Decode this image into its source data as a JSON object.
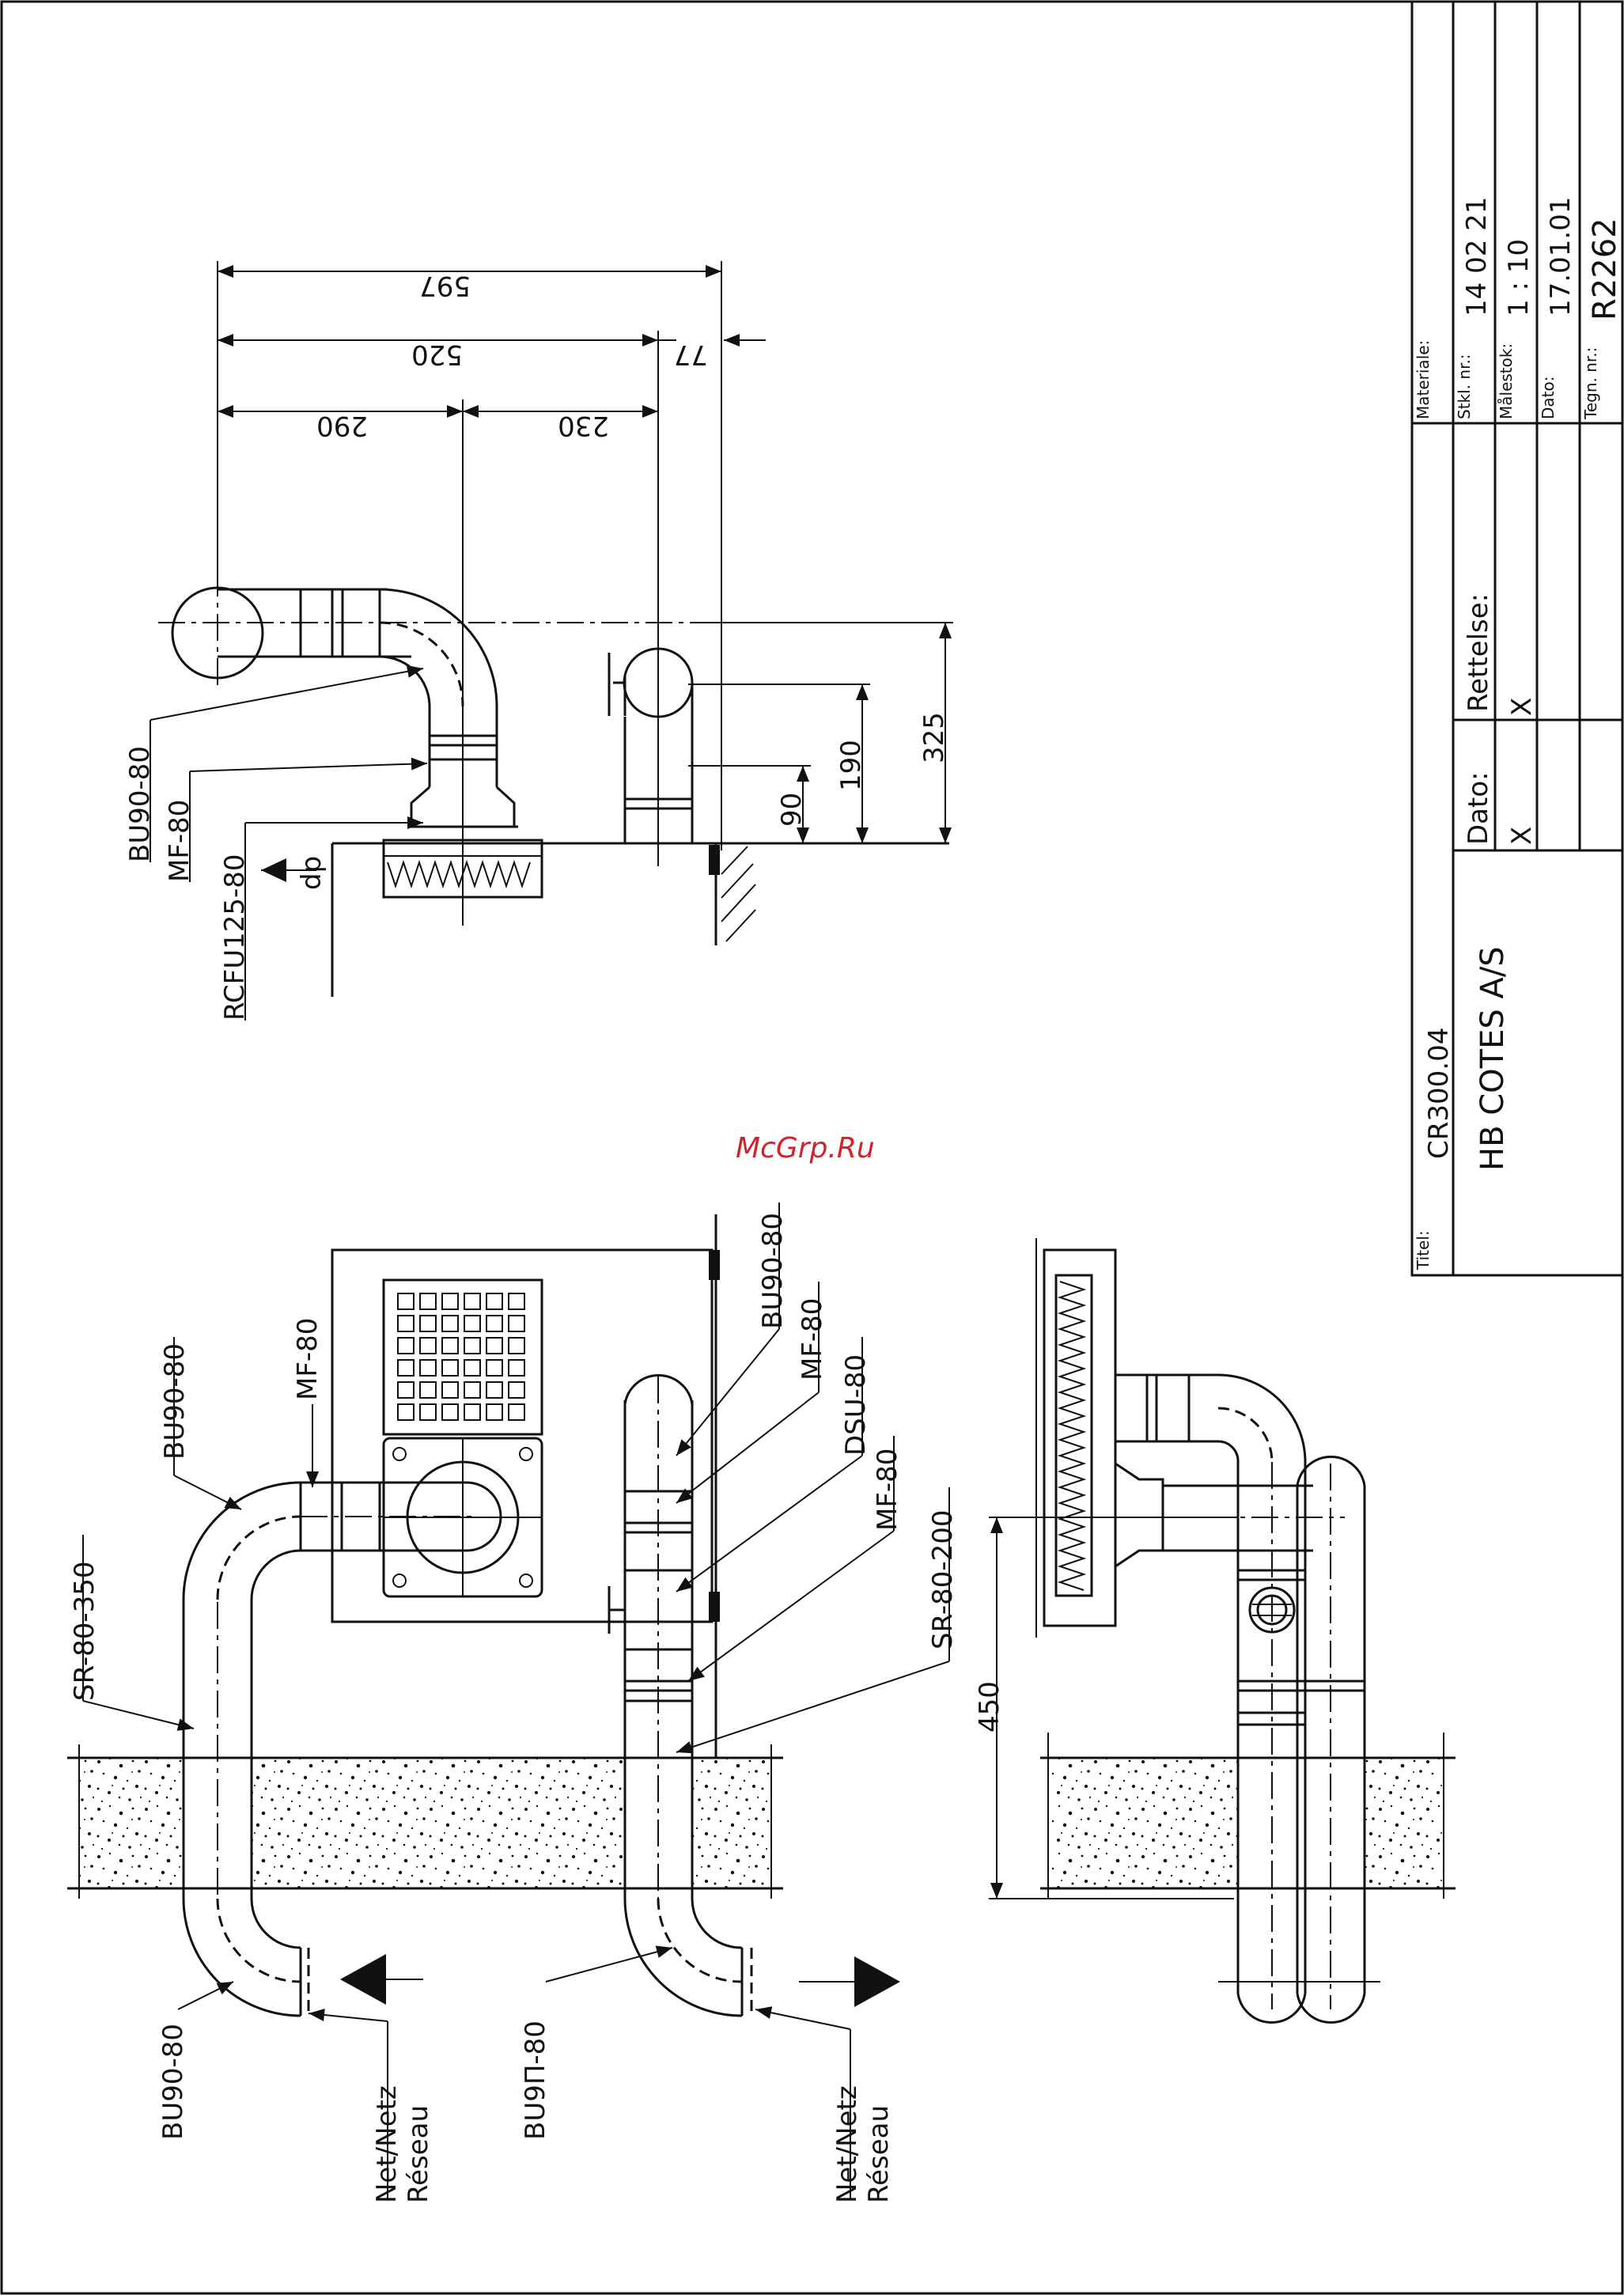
{
  "watermark": "McGrp.Ru",
  "title_block": {
    "label_materiale": "Materiale:",
    "label_stkl": "Stkl. nr.:",
    "stkl_value": "14 02 21",
    "label_malestok": "Målestok:",
    "malestok_value": "1 : 10",
    "label_dato": "Dato:",
    "dato_value": "17.01.01",
    "label_tegn": "Tegn. nr.:",
    "tegn_value": "R2262",
    "label_rettelse": "Rettelse:",
    "rettelse_value": "X",
    "label_dato2": "Dato:",
    "dato2_value": "X",
    "label_titel": "Titel:",
    "titel_value": "CR300.04",
    "company": "HB COTES A/S"
  },
  "top_view": {
    "dims": [
      "597",
      "520",
      "290",
      "230",
      "77",
      "325",
      "190",
      "90"
    ],
    "labels": {
      "bu90": "BU90-80",
      "mf": "MF-80",
      "rcfu": "RCFU125-80",
      "dp": "dp"
    }
  },
  "front_view": {
    "labels": {
      "sr350": "SR-80-350",
      "bu90_left": "BU90-80",
      "mf_left": "MF-80",
      "bu90_right": "BU90-80",
      "mf_right1": "MF-80",
      "dsu": "DSU-80",
      "mf_right2": "MF-80",
      "sr200": "SR-80-200",
      "bu90_bottom": "BU90-80",
      "bu9p_bottom": "BU9Π-80",
      "net1_a": "Net/Netz",
      "net1_b": "Réseau",
      "net2_a": "Net/Netz",
      "net2_b": "Réseau"
    }
  },
  "side_view": {
    "dims": [
      "450"
    ]
  }
}
